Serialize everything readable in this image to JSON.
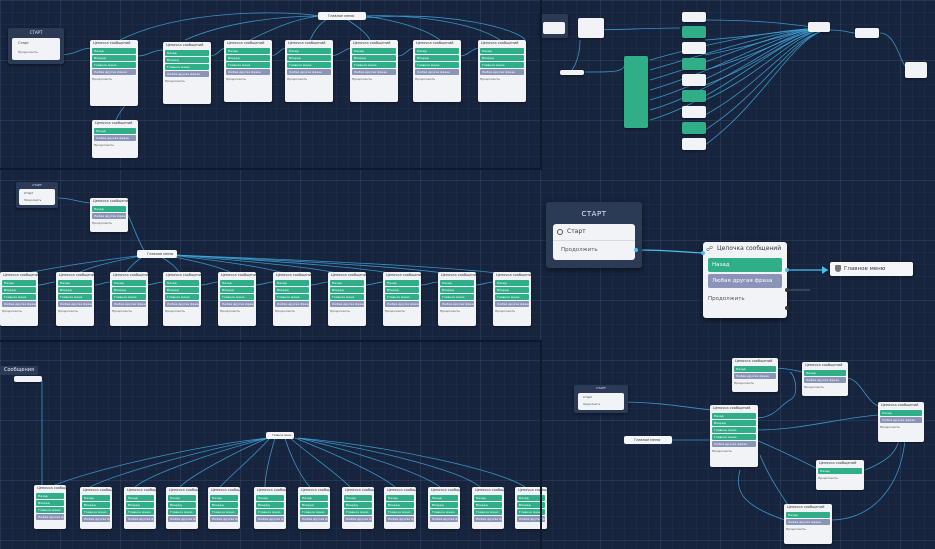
{
  "labels": {
    "start_title": "СТАРТ",
    "start_row": "Старт",
    "continue": "Продолжить",
    "chain": "Цепочка сообщений",
    "main_menu": "Главное меню",
    "back": "Назад",
    "any_phrase": "Любая другая фраза",
    "forward": "Вперед",
    "main": "Главное меню",
    "messages_tag": "Сообщения",
    "main_menu_short": "Главное меню",
    "list_node": "Главное меню"
  },
  "focus": {
    "start_title": "СТАРТ",
    "start_row": "Старт",
    "start_continue": "Продолжить",
    "chain_title": "Цепочка сообщений",
    "chain_rows": [
      "Назад",
      "Любая другая фраза"
    ],
    "chain_continue": "Продолжить",
    "menu": "Главное меню"
  },
  "colors": {
    "background": "#17243d",
    "link": "#3fa9e0",
    "green_row": "#2fae88",
    "purple_row": "#8a93b8",
    "start_box": "#2b3a55"
  }
}
